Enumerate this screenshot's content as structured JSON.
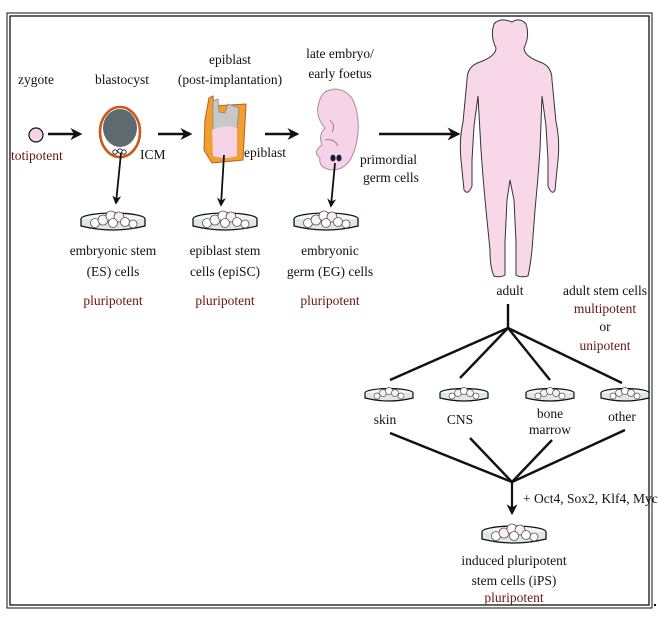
{
  "colors": {
    "black": "#111111",
    "potency": "#6b1414",
    "pink": "#f6d3e6",
    "pink_body": "#f8d8e8",
    "orange": "#f0a030",
    "orange_dark": "#c55a1a",
    "grey": "#c8c8c8",
    "dark_grey": "#5d6a70",
    "dish": "#dfe8e6"
  },
  "stages": {
    "zygote": {
      "label": "zygote",
      "potency": "totipotent"
    },
    "blastocyst": {
      "label": "blastocyst",
      "icm_label": "ICM"
    },
    "epiblast": {
      "label_line1": "epiblast",
      "label_line2": "(post-implantation)",
      "part_label": "epiblast"
    },
    "embryo": {
      "label_line1": "late embryo/",
      "label_line2": "early foetus",
      "pgc_line1": "primordial",
      "pgc_line2": "germ cells"
    },
    "adult": {
      "label": "adult"
    }
  },
  "derived_cells": [
    {
      "line1": "embryonic stem",
      "line2": "(ES) cells",
      "potency": "pluripotent"
    },
    {
      "line1": "epiblast stem",
      "line2": "cells (epiSC)",
      "potency": "pluripotent"
    },
    {
      "line1": "embryonic",
      "line2": "germ (EG) cells",
      "potency": "pluripotent"
    }
  ],
  "adult_stem_cells": {
    "title": "adult stem cells",
    "potency1": "multipotent",
    "connector": "or",
    "potency2": "unipotent"
  },
  "tissues": [
    {
      "line1": "skin",
      "line2": ""
    },
    {
      "line1": "CNS",
      "line2": ""
    },
    {
      "line1": "bone",
      "line2": "marrow"
    },
    {
      "line1": "other",
      "line2": ""
    }
  ],
  "reprogramming_factors": "+ Oct4, Sox2, Klf4, Myc",
  "ips": {
    "line1": "induced pluripotent",
    "line2": "stem cells (iPS)",
    "potency": "pluripotent"
  }
}
